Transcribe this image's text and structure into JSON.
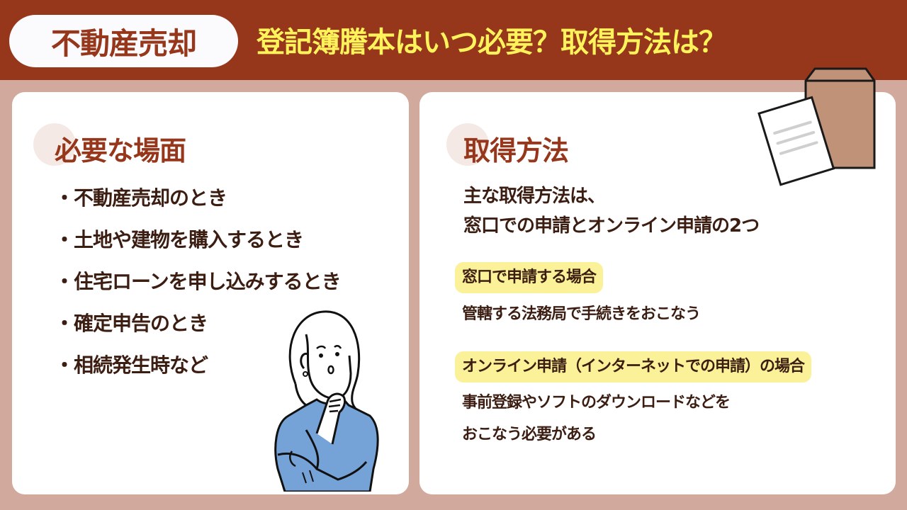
{
  "header": {
    "category_label": "不動産売却",
    "title": "登記簿謄本はいつ必要？取得方法は？",
    "colors": {
      "header_bg": "#96371b",
      "title": "#fef35a",
      "pill_bg": "#fbfafc"
    }
  },
  "left_card": {
    "heading": "必要な場面",
    "items": [
      "・不動産売却のとき",
      "・土地や建物を購入するとき",
      "・住宅ローンを申し込みするとき",
      "・確定申告のとき",
      "・相続発生時など"
    ],
    "illustration": "thinking-woman-icon"
  },
  "right_card": {
    "heading": "取得方法",
    "intro_line1": "主な取得方法は、",
    "intro_line2": "窓口での申請とオンライン申請の2つ",
    "methods": [
      {
        "label": "窓口で申請する場合",
        "description_lines": [
          "管轄する法務局で手続きをおこなう"
        ]
      },
      {
        "label": "オンライン申請（インターネットでの申請）の場合",
        "description_lines": [
          "事前登録やソフトのダウンロードなどを",
          "おこなう必要がある"
        ]
      }
    ],
    "illustration": "envelope-document-icon",
    "colors": {
      "highlight": "#fbf198",
      "heading": "#96371b",
      "text": "#3b1d12"
    }
  }
}
